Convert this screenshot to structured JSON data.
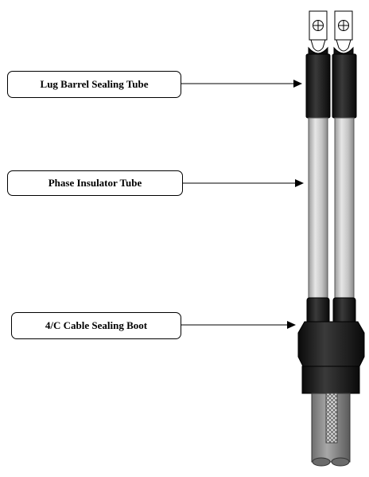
{
  "labels": {
    "lug_barrel": "Lug Barrel Sealing Tube",
    "phase_insulator": "Phase Insulator Tube",
    "cable_boot": "4/C Cable Sealing Boot"
  },
  "colors": {
    "sealing_black": "#1a1a1a",
    "insulator_gray": "#c8c8c8",
    "lug_fill": "#ffffff",
    "outline": "#000000"
  }
}
